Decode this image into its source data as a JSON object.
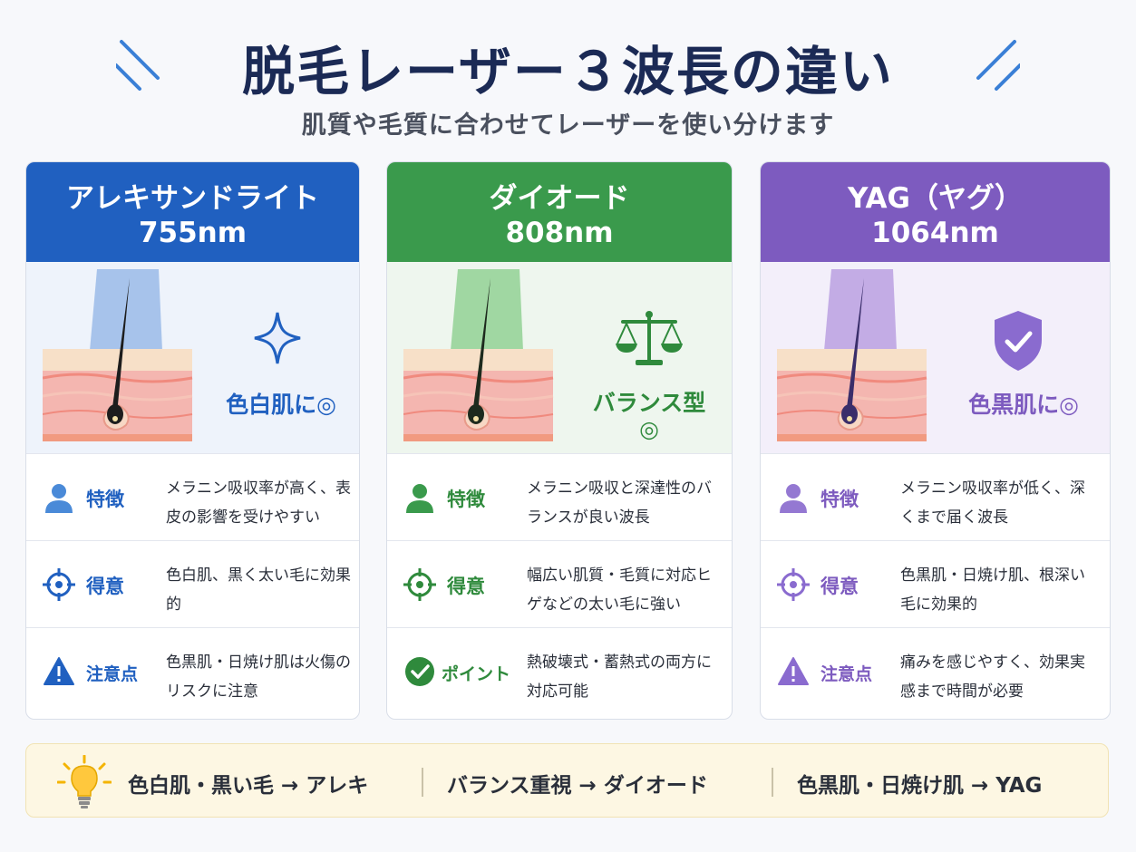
{
  "header": {
    "title": "脱毛レーザー３波長の違い",
    "subtitle": "肌質や毛質に合わせてレーザーを使い分けます"
  },
  "colors": {
    "blue": "#2060c0",
    "green": "#3a9a4c",
    "purple": "#7d5bbf",
    "title": "#1b2a55"
  },
  "cards": [
    {
      "name": "アレキサンドライト",
      "wavelength": "755nm",
      "visual_label": "色白肌に◎",
      "visual_icon": "sparkle-icon",
      "rows": [
        {
          "icon": "person-icon",
          "label": "特徴",
          "text": "メラニン吸収率が高く、表皮の影響を受けやすい"
        },
        {
          "icon": "target-icon",
          "label": "得意",
          "text": "色白肌、黒く太い毛に効果的"
        },
        {
          "icon": "warning-icon",
          "label": "注意点",
          "text": "色黒肌・日焼け肌は火傷のリスクに注意"
        }
      ]
    },
    {
      "name": "ダイオード",
      "wavelength": "808nm",
      "visual_label": "バランス型",
      "visual_label2": "◎",
      "visual_icon": "scale-icon",
      "rows": [
        {
          "icon": "person-icon",
          "label": "特徴",
          "text": "メラニン吸収と深達性のバランスが良い波長"
        },
        {
          "icon": "target-icon",
          "label": "得意",
          "text": "幅広い肌質・毛質に対応ヒゲなどの太い毛に強い"
        },
        {
          "icon": "check-icon",
          "label": "ポイント",
          "text": "熱破壊式・蓄熱式の両方に対応可能"
        }
      ]
    },
    {
      "name": "YAG（ヤグ）",
      "wavelength": "1064nm",
      "visual_label": "色黒肌に◎",
      "visual_icon": "shield-icon",
      "rows": [
        {
          "icon": "person-icon",
          "label": "特徴",
          "text": "メラニン吸収率が低く、深くまで届く波長"
        },
        {
          "icon": "target-icon",
          "label": "得意",
          "text": "色黒肌・日焼け肌、根深い毛に効果的"
        },
        {
          "icon": "warning-icon",
          "label": "注意点",
          "text": "痛みを感じやすく、効果実感まで時間が必要"
        }
      ]
    }
  ],
  "summary": {
    "icon": "lightbulb-icon",
    "items": [
      "色白肌・黒い毛 → アレキ",
      "バランス重視 → ダイオード",
      "色黒肌・日焼け肌 → YAG"
    ]
  }
}
